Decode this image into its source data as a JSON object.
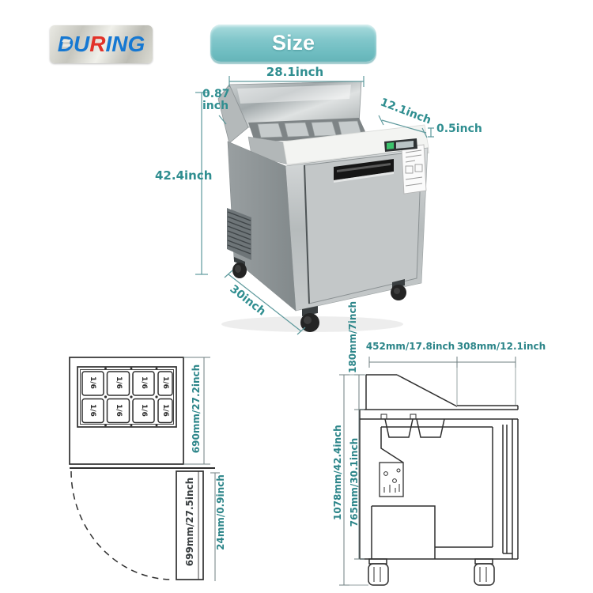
{
  "logo": {
    "du": "DU",
    "r": "R",
    "ing": "ING"
  },
  "size_button": {
    "label": "Size"
  },
  "colors": {
    "accent_teal_button": "#7ec5c9",
    "dimension_text": "#2f8e90",
    "drawing_line": "#2f2f2f",
    "logo_blue": "#1678d2",
    "logo_red": "#e23229"
  },
  "photo_dims": {
    "top_width": "28.1inch",
    "lid_thickness": "0.87 inch",
    "board_depth": "12.1inch",
    "board_thickness": "0.5inch",
    "height": "42.4inch",
    "bottom_depth": "30inch"
  },
  "top_view": {
    "pans": [
      "1/6",
      "1/6",
      "1/6",
      "1/6",
      "1/6",
      "1/6",
      "1/6",
      "1/6"
    ],
    "width": "690mm/27.2inch",
    "door_width": "699mm/27.5inch",
    "door_thickness": "24mm/0.9inch"
  },
  "side_view": {
    "lid_depth": "452mm/17.8inch",
    "board_depth": "308mm/12.1inch",
    "lid_height": "180mm/7inch",
    "total_height": "1078mm/42.4inch",
    "body_height": "765mm/30.1inch"
  }
}
